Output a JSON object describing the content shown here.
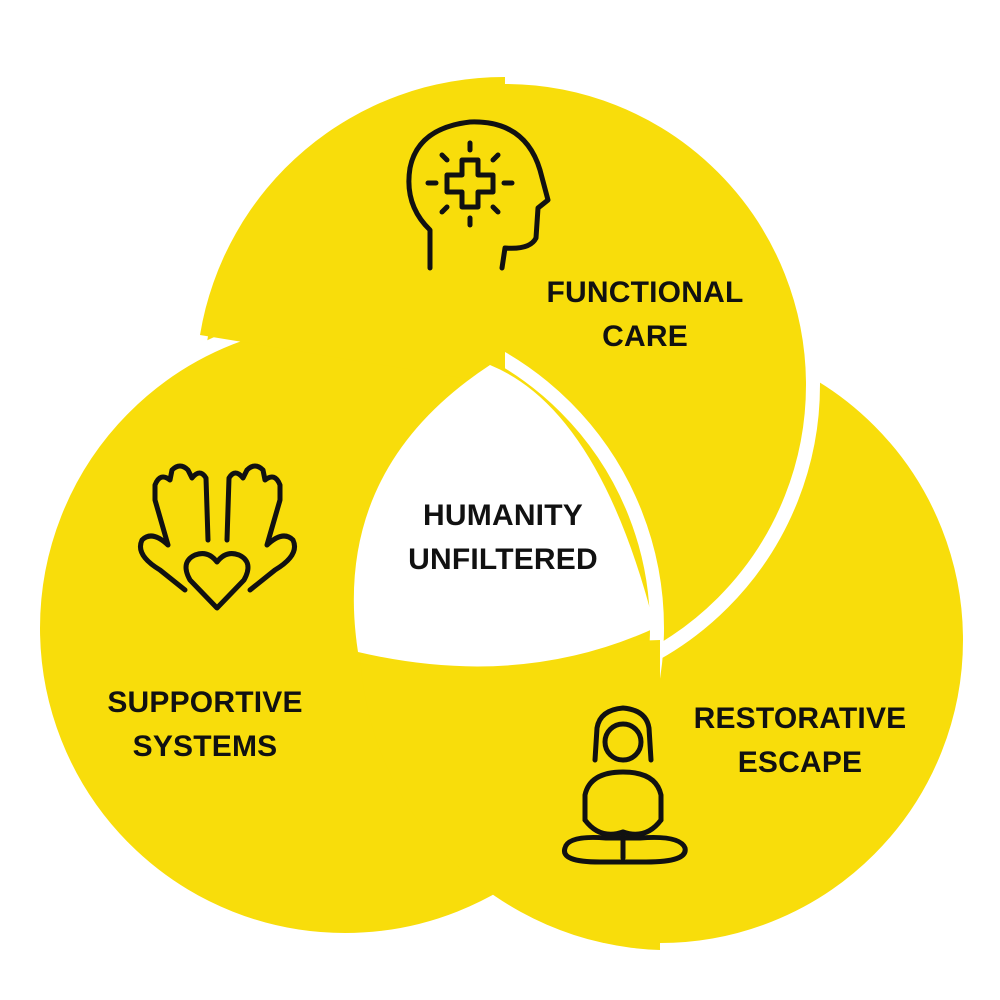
{
  "colors": {
    "circle_fill": "#F8DD0B",
    "gap": "#FFFFFF",
    "text": "#111111",
    "icon_stroke": "#111111"
  },
  "center": {
    "line1": "HUMANITY",
    "line2": "UNFILTERED"
  },
  "circles": [
    {
      "id": "functional-care",
      "line1": "FUNCTIONAL",
      "line2": "CARE",
      "icon": "mind-health-icon"
    },
    {
      "id": "supportive-systems",
      "line1": "SUPPORTIVE",
      "line2": "SYSTEMS",
      "icon": "hands-heart-icon"
    },
    {
      "id": "restorative-escape",
      "line1": "RESTORATIVE",
      "line2": "ESCAPE",
      "icon": "meditation-icon"
    }
  ]
}
